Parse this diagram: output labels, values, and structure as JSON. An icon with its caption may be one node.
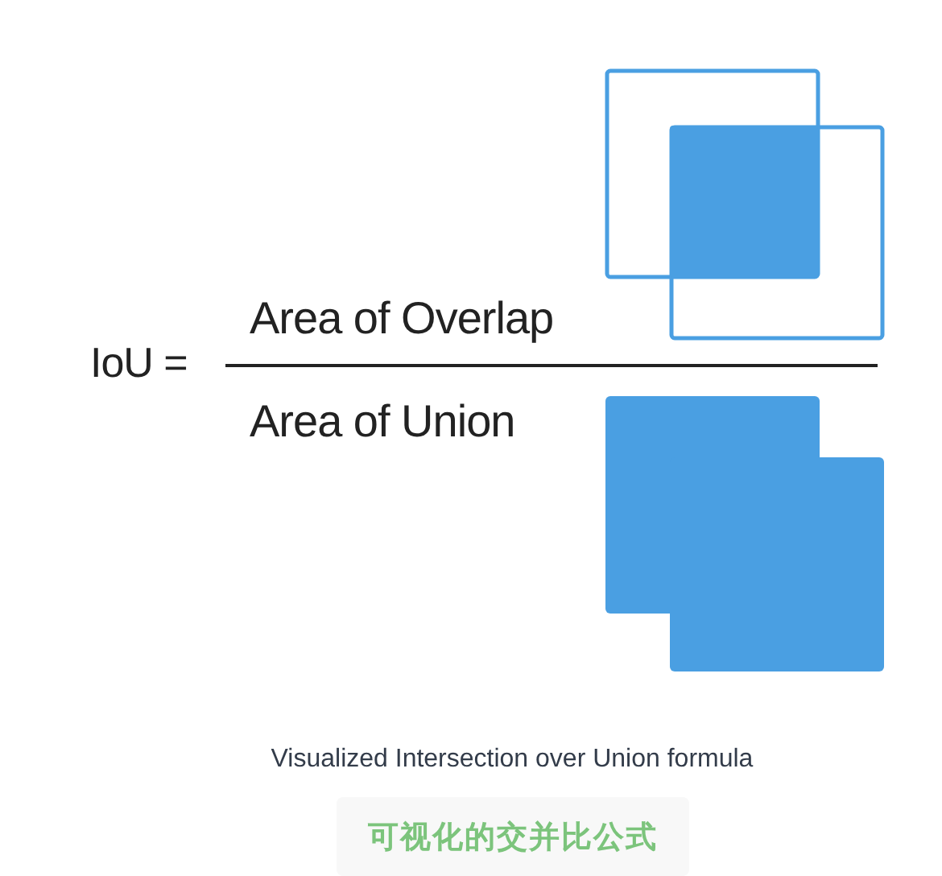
{
  "diagram": {
    "caption": "Visualized Intersection over Union formula",
    "nodes": [
      {
        "text": [
          "可视化的交并比公式"
        ]
      }
    ],
    "labels": [
      "IoU =",
      "Area of Overlap",
      "Area of Union"
    ]
  }
}
